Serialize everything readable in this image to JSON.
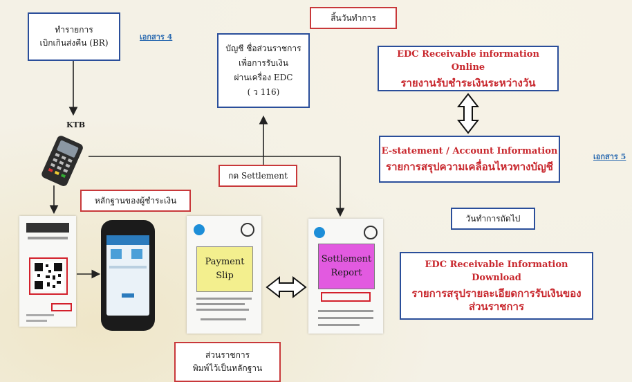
{
  "boxes": {
    "br": {
      "line1": "ทำรายการ",
      "line2": "เบิกเกินส่งคืน (BR)"
    },
    "account": {
      "line1": "บัญชี ชื่อส่วนราชการ",
      "line2": "เพื่อการรับเงิน",
      "line3": "ผ่านเครื่อง EDC",
      "line4": "( ว 116)"
    },
    "end_of_day": "สิ้นวันทำการ",
    "edc_online": {
      "line1": "EDC Receivable information Online",
      "line2": "รายงานรับชำระเงินระหว่างวัน"
    },
    "estatement": {
      "line1": "E-statement / Account Information",
      "line2": "รายการสรุปความเคลื่อนไหวทางบัญชี"
    },
    "next_day": "วันทำการถัดไป",
    "edc_download": {
      "line1": "EDC Receivable Information Download",
      "line2": "รายการสรุปรายละเอียดการรับเงินของ",
      "line3": "ส่วนราชการ"
    },
    "settlement": "กด Settlement",
    "payer_evidence": "หลักฐานของผู้ชำระเงิน",
    "print_evidence": {
      "line1": "ส่วนราชการ",
      "line2": "พิมพ์ไว้เป็นหลักฐาน"
    }
  },
  "labels": {
    "doc4": "เอกสาร 4",
    "doc5": "เอกสาร 5",
    "ktb": "KTB",
    "payment_slip": {
      "line1": "Payment",
      "line2": "Slip"
    },
    "settlement_report": {
      "line1": "Settlement",
      "line2": "Report"
    }
  },
  "colors": {
    "blue_border": "#2a4e9a",
    "red_border": "#c8383a",
    "red_text": "#c8272d",
    "slip_yellow": "#f3ef8e",
    "report_magenta": "#e25ae0"
  }
}
